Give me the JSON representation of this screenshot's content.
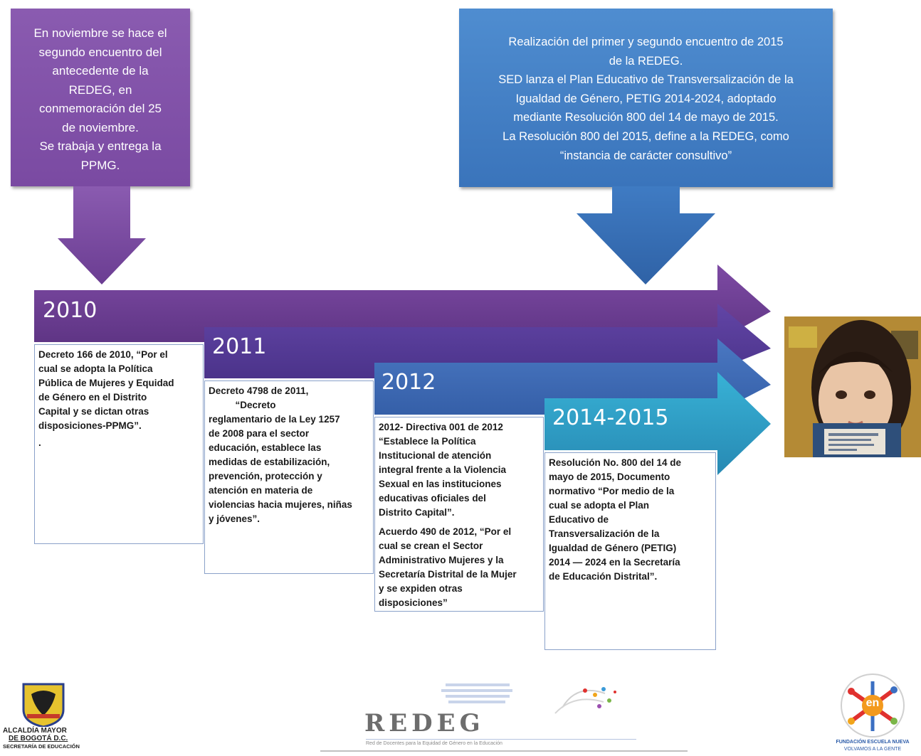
{
  "callouts": {
    "c2010": [
      "En noviembre se hace el",
      "segundo encuentro del",
      "antecedente de la",
      "REDEG, en",
      "conmemoración del 25",
      "de noviembre.",
      "Se trabaja y entrega la",
      "PPMG."
    ],
    "c2015": [
      "Realización del primer y segundo encuentro de 2015",
      "de la REDEG.",
      "SED lanza el Plan Educativo de Transversalización de la",
      "Igualdad de Género, PETIG 2014-2024, adoptado",
      "mediante Resolución 800 del 14 de mayo de 2015.",
      "La Resolución 800 del 2015, define a la REDEG, como",
      "“instancia de carácter consultivo”"
    ]
  },
  "timeline": [
    {
      "year": "2010",
      "color": "#6b3d8f",
      "lines": [
        "Decreto 166 de 2010, “Por el",
        "cual se adopta la Política",
        "Pública de Mujeres y Equidad",
        "de Género en el Distrito",
        "Capital y se dictan otras",
        "disposiciones-PPMG”.",
        "."
      ]
    },
    {
      "year": "2011",
      "color": "#5b3d96",
      "lines": [
        "Decreto 4798 de 2011,",
        "          “Decreto",
        "reglamentario de la Ley 1257",
        "de 2008 para el sector",
        "educación, establece las",
        "medidas de estabilización,",
        "prevención, protección y",
        "atención en materia de",
        "violencias hacia mujeres, niñas",
        "y jóvenes”."
      ]
    },
    {
      "year": "2012",
      "color": "#3d66b3",
      "lines": [
        "2012- Directiva 001 de 2012",
        "“Establece la Política",
        "Institucional de atención",
        "integral frente a la Violencia",
        "Sexual en las instituciones",
        "educativas oficiales del",
        "Distrito Capital”.",
        "Acuerdo 490 de 2012, “Por el",
        "cual se crean el Sector",
        "Administrativo Mujeres y la",
        "Secretaría Distrital de la Mujer",
        "y se expiden otras",
        "disposiciones”"
      ]
    },
    {
      "year": "2014-2015",
      "color": "#2a9fc4",
      "lines": [
        "Resolución No. 800 del 14 de",
        "mayo de 2015, Documento",
        "normativo “Por medio de la",
        "cual se adopta el Plan",
        "Educativo de",
        "Transversalización de la",
        "Igualdad de Género (PETIG)",
        "2014 — 2024 en la Secretaría",
        "de Educación Distrital”."
      ]
    }
  ],
  "footer": {
    "alcaldia": [
      "ALCALDÍA MAYOR",
      "DE BOGOTÁ D.C.",
      "SECRETARÍA DE EDUCACIÓN"
    ],
    "redeg_title": "REDEG",
    "redeg_subtitle": "Red de Docentes para la Equidad de Género en la Educación",
    "fundacion": [
      "FUNDACIÓN ESCUELA NUEVA",
      "VOLVAMOS A LA GENTE"
    ],
    "fundacion_mark": "en"
  }
}
